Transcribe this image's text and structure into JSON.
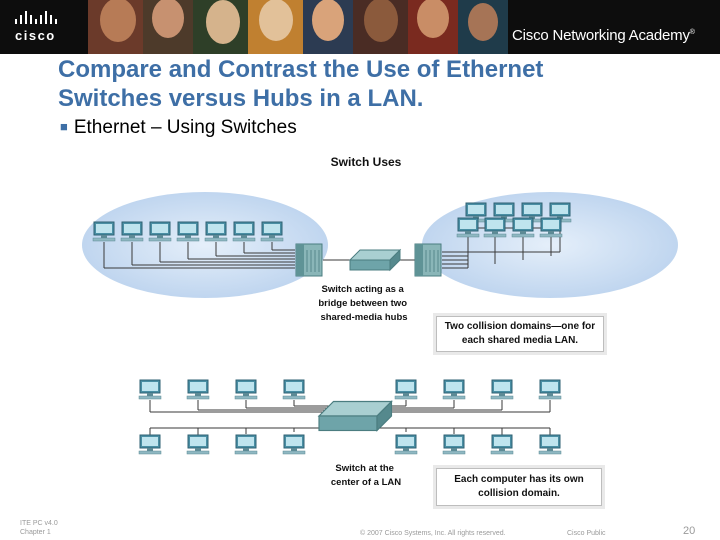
{
  "header": {
    "logo_text": "cisco",
    "brand": "Cisco Networking Academy"
  },
  "slide": {
    "title_line1": "Compare and Contrast the Use of Ethernet",
    "title_line2": "Switches versus Hubs in a LAN.",
    "bullet": "Ethernet – Using Switches"
  },
  "figure": {
    "heading": "Switch Uses",
    "bridge_label": [
      "Switch acting as a",
      "bridge between two",
      "shared-media hubs"
    ],
    "callout_collision": [
      "Two collision domains—one for",
      "each shared media LAN."
    ],
    "center_label": [
      "Switch at the",
      "center of a LAN"
    ],
    "callout_each": [
      "Each computer has its own",
      "collision domain."
    ]
  },
  "footer": {
    "course_line1": "ITE PC v4.0",
    "course_line2": "Chapter 1",
    "copyright": "© 2007 Cisco Systems, Inc. All rights reserved.",
    "classification": "Cisco Public",
    "page_number": "20"
  },
  "colors": {
    "title_blue": "#3e6fa6",
    "banner_black": "#0d0d0d",
    "cloud_blue": "#c8dcf3",
    "device_teal": "#6ea4a9"
  }
}
